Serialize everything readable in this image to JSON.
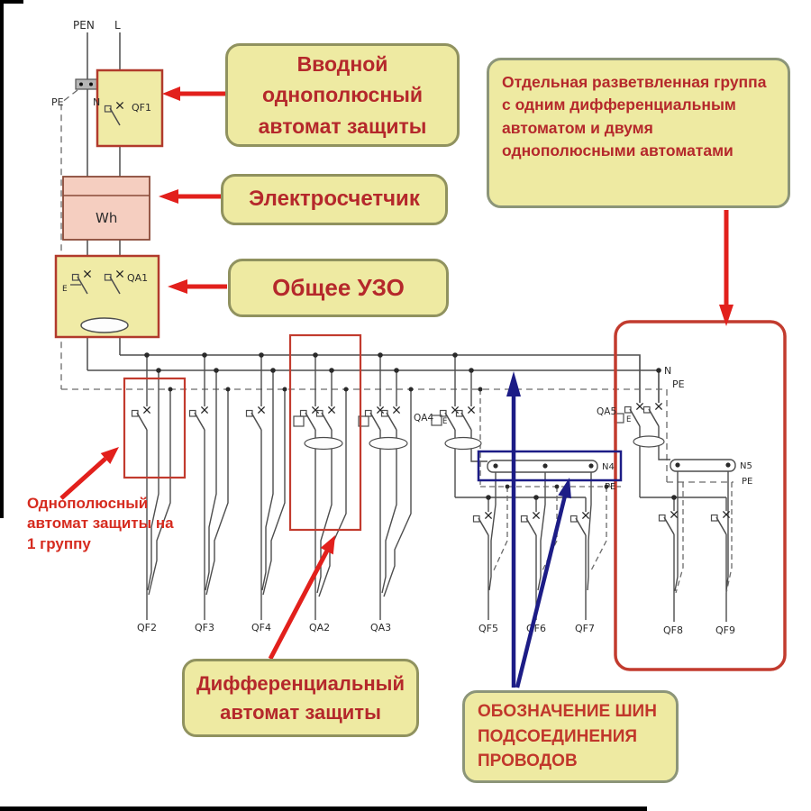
{
  "colors": {
    "callout_fill": "#eeeaa2",
    "callout_border": "#90925f",
    "callout_text": "#b5282b",
    "arrow_red": "#e2201c",
    "arrow_navy": "#1c1c86",
    "wire": "#4d4d4d",
    "highlight_red": "#c23b2e",
    "meter_fill": "#f5cec0",
    "device_fill": "#f0eba6",
    "device_border": "#b13a2c"
  },
  "labels": {
    "pen": "PEN",
    "l": "L",
    "pe": "PE",
    "n": "N",
    "qf1": "QF1",
    "wh": "Wh",
    "qa1": "QA1",
    "e": "E",
    "bus_n": "N",
    "bus_pe": "PE",
    "qa4": "QA4",
    "qa5": "QA5",
    "n4": "N4",
    "n4_pe": "PE",
    "n5": "N5",
    "n5_pe": "PE"
  },
  "branch_labels": [
    "QF2",
    "QF3",
    "QF4",
    "QA2",
    "QA3",
    "QF5",
    "QF6",
    "QF7",
    "QF8",
    "QF9"
  ],
  "callouts": {
    "incoming": "Вводной однополюсный автомат защиты",
    "meter": "Электросчетчик",
    "rcd": "Общее УЗО",
    "group": "Отдельная разветвленная группа с одним дифференциальным автоматом и двумя однополюсными  автоматами",
    "single_pole": "Однополюсный автомат защиты на 1 группу",
    "diff": "Дифференциальный автомат защиты",
    "buses": "ОБОЗНАЧЕНИЕ ШИН ПОДСОЕДИНЕНИЯ ПРОВОДОВ"
  }
}
